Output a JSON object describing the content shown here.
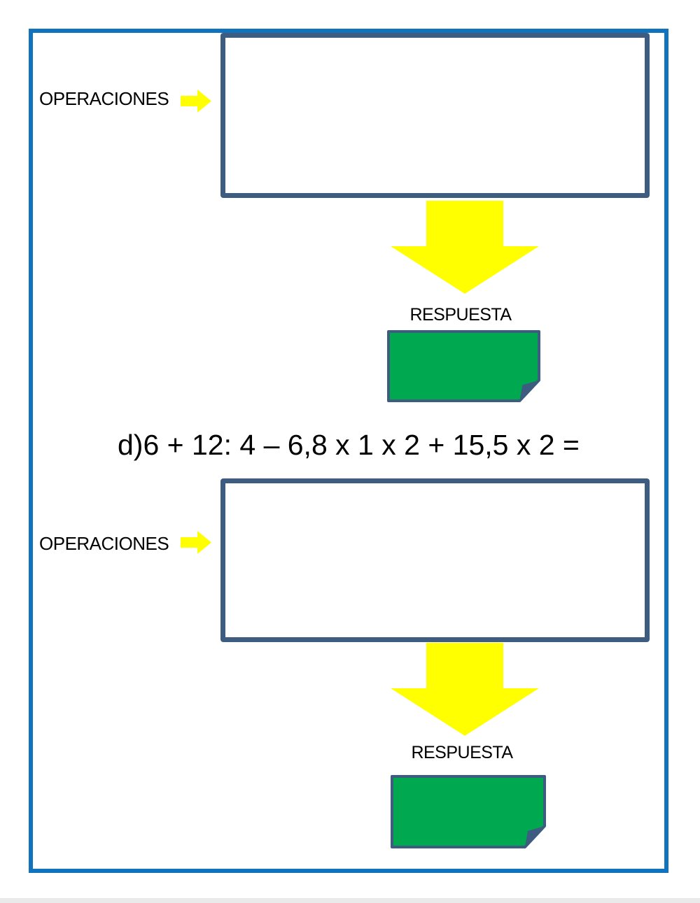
{
  "page": {
    "type": "math-worksheet",
    "language": "es"
  },
  "colors": {
    "outer_border": "#1173BE",
    "box_border": "#3E5C80",
    "answer_green": "#00A850",
    "arrow_yellow": "#FFFF00",
    "text_black": "#000000"
  },
  "exercise": {
    "expression": "d)6 + 12: 4 – 6,8 x 1 x 2 + 15,5 x 2  ="
  },
  "sections": [
    {
      "operations_label": "OPERACIONES",
      "response_label": "RESPUESTA"
    },
    {
      "operations_label": "OPERACIONES",
      "response_label": "RESPUESTA"
    }
  ],
  "icons": {
    "right_arrow": "right-arrow-icon",
    "down_arrow": "down-arrow-icon",
    "answer_note": "folded-corner-note"
  }
}
